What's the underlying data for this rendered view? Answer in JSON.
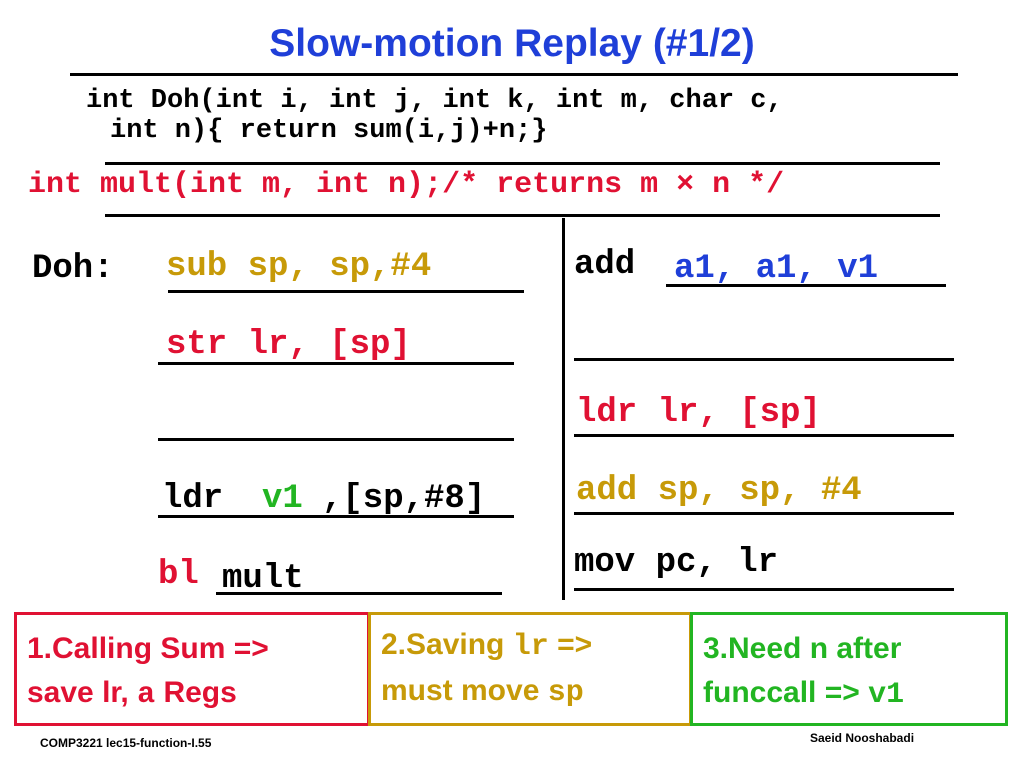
{
  "slide": {
    "title": "Slow-motion Replay (#1/2)",
    "prototype_doh_line1": "int Doh(int i, int j, int k, int m, char c,",
    "prototype_doh_line2": "int n){ return sum(i,j)+n;}",
    "prototype_mult": "int mult(int m, int n);/* returns m × n */"
  },
  "code_left": {
    "label": "Doh:",
    "line1": "sub sp, sp,#4",
    "line2": "str lr, [sp]",
    "line4_prefix": "ldr",
    "line4_reg": "v1",
    "line4_suffix": ",[sp,#8]",
    "line5_op": "bl",
    "line5_target": "mult"
  },
  "code_right": {
    "line1_op": "add",
    "line1_args": "a1, a1, v1",
    "line3": "ldr lr, [sp]",
    "line4": "add sp, sp, #4",
    "line5": "mov pc, lr"
  },
  "notes": {
    "box1_line1": "1.Calling Sum =>",
    "box1_line2_pre": "save lr, ",
    "box1_line2_mono": "a",
    "box1_line2_post": " Regs",
    "box2_line1_pre": "2.Saving ",
    "box2_line1_mono": "lr",
    "box2_line1_post": " =>",
    "box2_line2_pre": "must move ",
    "box2_line2_mono": "sp",
    "box3_line1": "3.Need n after",
    "box3_line2_pre": "funccall => ",
    "box3_line2_mono": "v1"
  },
  "footer": {
    "left": "COMP3221  lec15-function-I.55",
    "right": "Saeid Nooshabadi"
  },
  "colors": {
    "title": "#1f3fd8",
    "red": "#e01133",
    "gold": "#c79a08",
    "blue": "#1f3fd8",
    "green": "#22b522"
  }
}
